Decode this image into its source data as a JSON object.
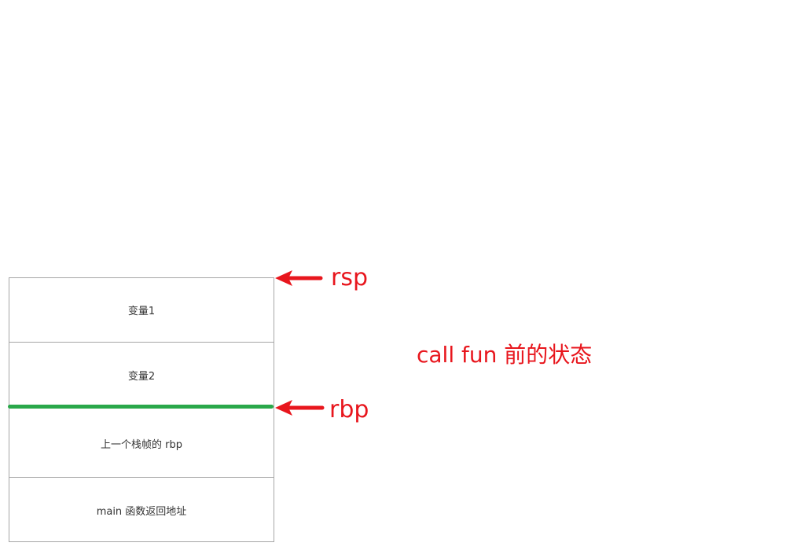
{
  "stack": {
    "cells": [
      {
        "label": "变量1"
      },
      {
        "label": "变量2"
      },
      {
        "label": "上一个栈帧的 rbp"
      },
      {
        "label": "main 函数返回地址"
      }
    ]
  },
  "pointers": {
    "rsp": "rsp",
    "rbp": "rbp"
  },
  "caption": "call fun 前的状态",
  "colors": {
    "arrow": "#e8161d",
    "frame_boundary": "#2aa84a",
    "cell_border": "#a6a6a6",
    "text": "#333333"
  }
}
